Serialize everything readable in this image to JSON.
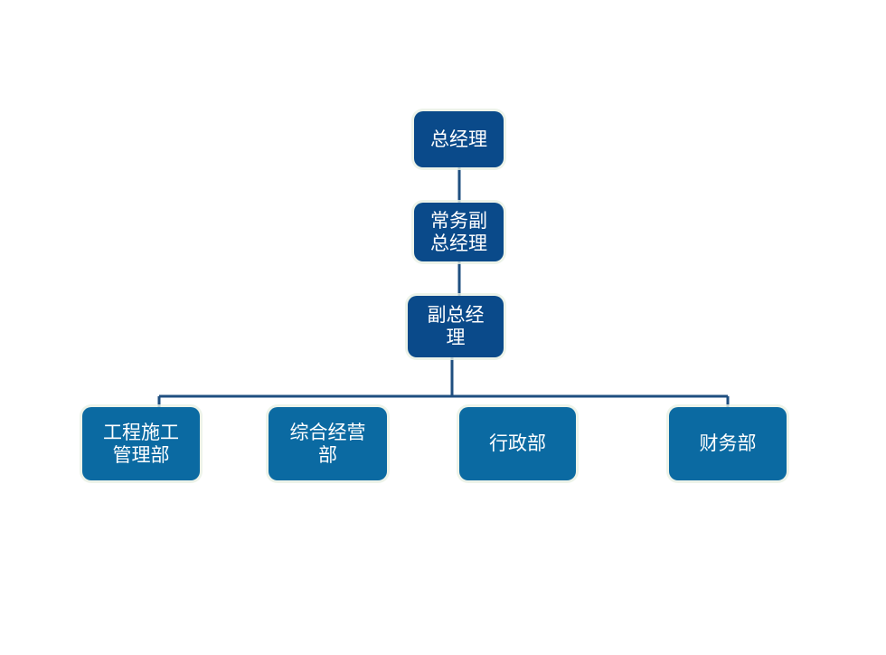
{
  "org_chart": {
    "colors": {
      "top_node": "#0a4a8a",
      "department_node": "#0b6aa2",
      "connector": "#1f4f80",
      "text": "#ffffff"
    },
    "nodes": {
      "general_manager": "总经理",
      "executive_deputy_gm": "常务副总经理",
      "deputy_gm": "副总经理",
      "departments": [
        "工程施工管理部",
        "综合经营部",
        "行政部",
        "财务部"
      ]
    }
  }
}
